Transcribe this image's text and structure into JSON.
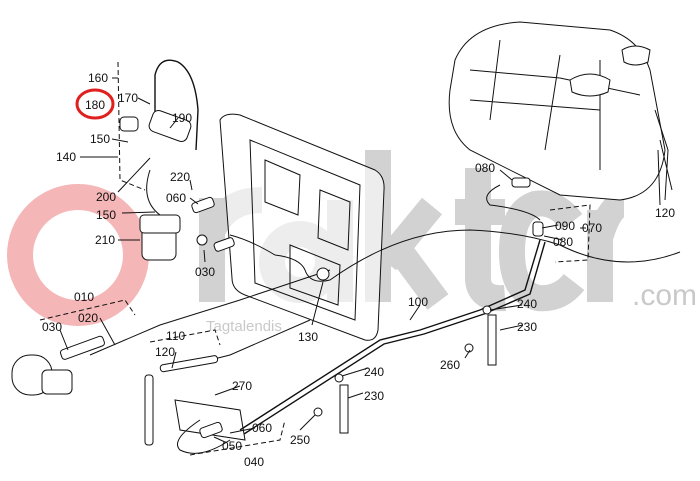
{
  "diagram": {
    "title": "Fuel system parts diagram",
    "highlighted_part": "180",
    "highlight_color": "#e02020",
    "watermark": {
      "brand": "traktor",
      "domain": ".com",
      "tagline": "Tagtalendis",
      "color": "#c9c9c9",
      "logo_color": "#f4b6b6"
    },
    "labels": {
      "l160": "160",
      "l180": "180",
      "l170": "170",
      "l190": "190",
      "l150a": "150",
      "l140": "140",
      "l200": "200",
      "l220": "220",
      "l060a": "060",
      "l150b": "150",
      "l210": "210",
      "l030a": "030",
      "l010": "010",
      "l030b": "030",
      "l020": "020",
      "l110": "110",
      "l120a": "120",
      "l270": "270",
      "l060b": "060",
      "l050": "050",
      "l040": "040",
      "l250": "250",
      "l230a": "230",
      "l240a": "240",
      "l130": "130",
      "l100": "100",
      "l240b": "240",
      "l230b": "230",
      "l260": "260",
      "l080a": "080",
      "l090": "090",
      "l070": "070",
      "l080b": "080",
      "l120b": "120"
    }
  }
}
